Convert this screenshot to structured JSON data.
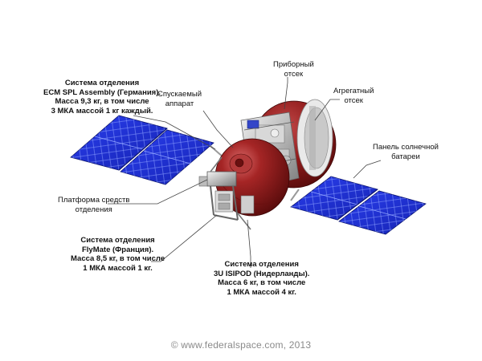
{
  "labels": {
    "instrument_compartment": [
      "Приборный",
      "отсек"
    ],
    "aggregate_compartment": [
      "Агрегатный",
      "отсек"
    ],
    "descent_module": [
      "Спускаемый",
      "аппарат"
    ],
    "ecm_system": [
      "Система отделения",
      "ECM SPL Assembly (Германия).",
      "Масса 9,3 кг, в том числе",
      "3 МКА массой 1 кг каждый."
    ],
    "solar_panel": [
      "Панель солнечной",
      "батареи"
    ],
    "separation_platform": [
      "Платформа средств",
      "отделения"
    ],
    "flymate_system": [
      "Система отделения",
      "FlyMate (Франция).",
      "Масса 8,5 кг, в том числе",
      "1 МКА массой 1 кг."
    ],
    "isipod_system": [
      "Система отделения",
      "3U ISIPOD (Нидерланды).",
      "Масса 6 кг, в том числе",
      "1 МКА массой 4 кг."
    ]
  },
  "credit": "© www.federalspace.com, 2013",
  "colors": {
    "solar_panel": "#1c2fd6",
    "solar_grid": "#9fb2ff",
    "hull_red": "#8e1a1a",
    "leader_line": "#444444"
  }
}
